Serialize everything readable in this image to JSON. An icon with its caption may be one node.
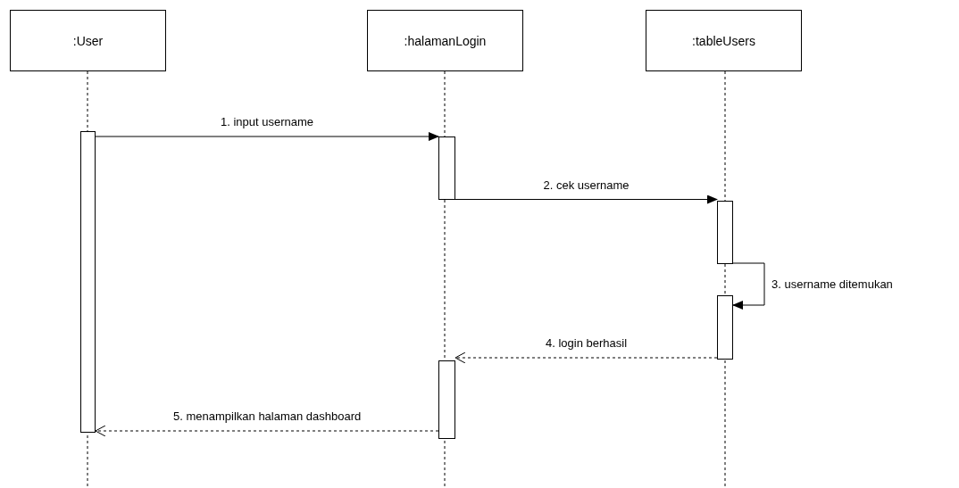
{
  "diagram": {
    "nodes": [
      {
        "text": [
          ":User"
        ]
      },
      {
        "text": [
          ":halamanLogin"
        ]
      },
      {
        "text": [
          ":tableUsers"
        ]
      },
      {
        "text": [],
        "shape": "bar"
      },
      {
        "text": [],
        "shape": "bar"
      },
      {
        "text": [],
        "shape": "bar"
      },
      {
        "text": [],
        "shape": "bar"
      },
      {
        "text": [],
        "shape": "bar"
      }
    ],
    "edges": [
      {
        "from": 3,
        "to": 4,
        "arrow": "to",
        "label": "1. input username"
      },
      {
        "from": 4,
        "to": 5,
        "arrow": "to",
        "label": "2. cek username"
      },
      {
        "from": 5,
        "to": 6,
        "arrow": "to",
        "label": "3. username ditemukan"
      },
      {
        "from": 6,
        "to": 7,
        "arrow": "to",
        "label": "4. login berhasil",
        "style": "dashed"
      },
      {
        "from": 7,
        "to": 3,
        "arrow": "to",
        "label": "5. menampilkan halaman dashboard",
        "style": "dashed"
      }
    ]
  }
}
